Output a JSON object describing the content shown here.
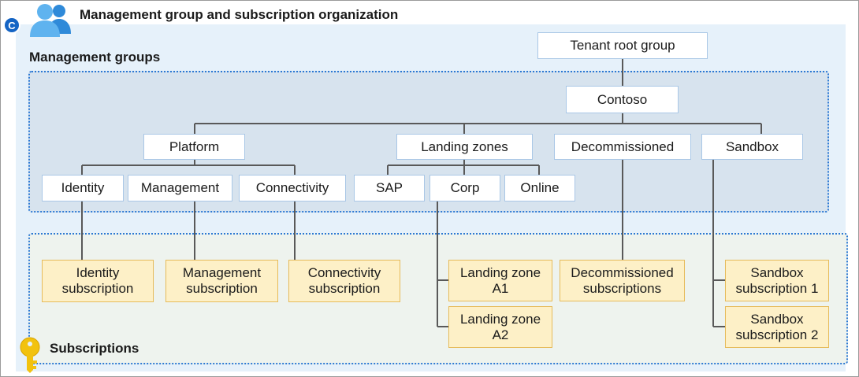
{
  "header": {
    "badge": "C",
    "title": "Management group and subscription organization",
    "icon": "people-group-icon"
  },
  "regions": {
    "management_groups_label": "Management groups",
    "subscriptions_label": "Subscriptions",
    "subscriptions_icon": "key-icon"
  },
  "groups": {
    "root": "Tenant root group",
    "contoso": "Contoso",
    "platform": "Platform",
    "landing_zones": "Landing zones",
    "decommissioned": "Decommissioned",
    "sandbox": "Sandbox",
    "identity": "Identity",
    "management": "Management",
    "connectivity": "Connectivity",
    "sap": "SAP",
    "corp": "Corp",
    "online": "Online"
  },
  "subscriptions": {
    "identity": "Identity\nsubscription",
    "management": "Management\nsubscription",
    "connectivity": "Connectivity\nsubscription",
    "landing_zone_a1": "Landing zone\nA1",
    "landing_zone_a2": "Landing zone\nA2",
    "decommissioned": "Decommissioned\nsubscriptions",
    "sandbox_1": "Sandbox\nsubscription 1",
    "sandbox_2": "Sandbox\nsubscription 2"
  },
  "colors": {
    "line": "#595959",
    "region_border": "#2c79d4",
    "group_fill": "#ffffff",
    "subscription_fill": "#fdf0c7",
    "subscription_border": "#e6bb5a",
    "badge": "#1464c4"
  }
}
